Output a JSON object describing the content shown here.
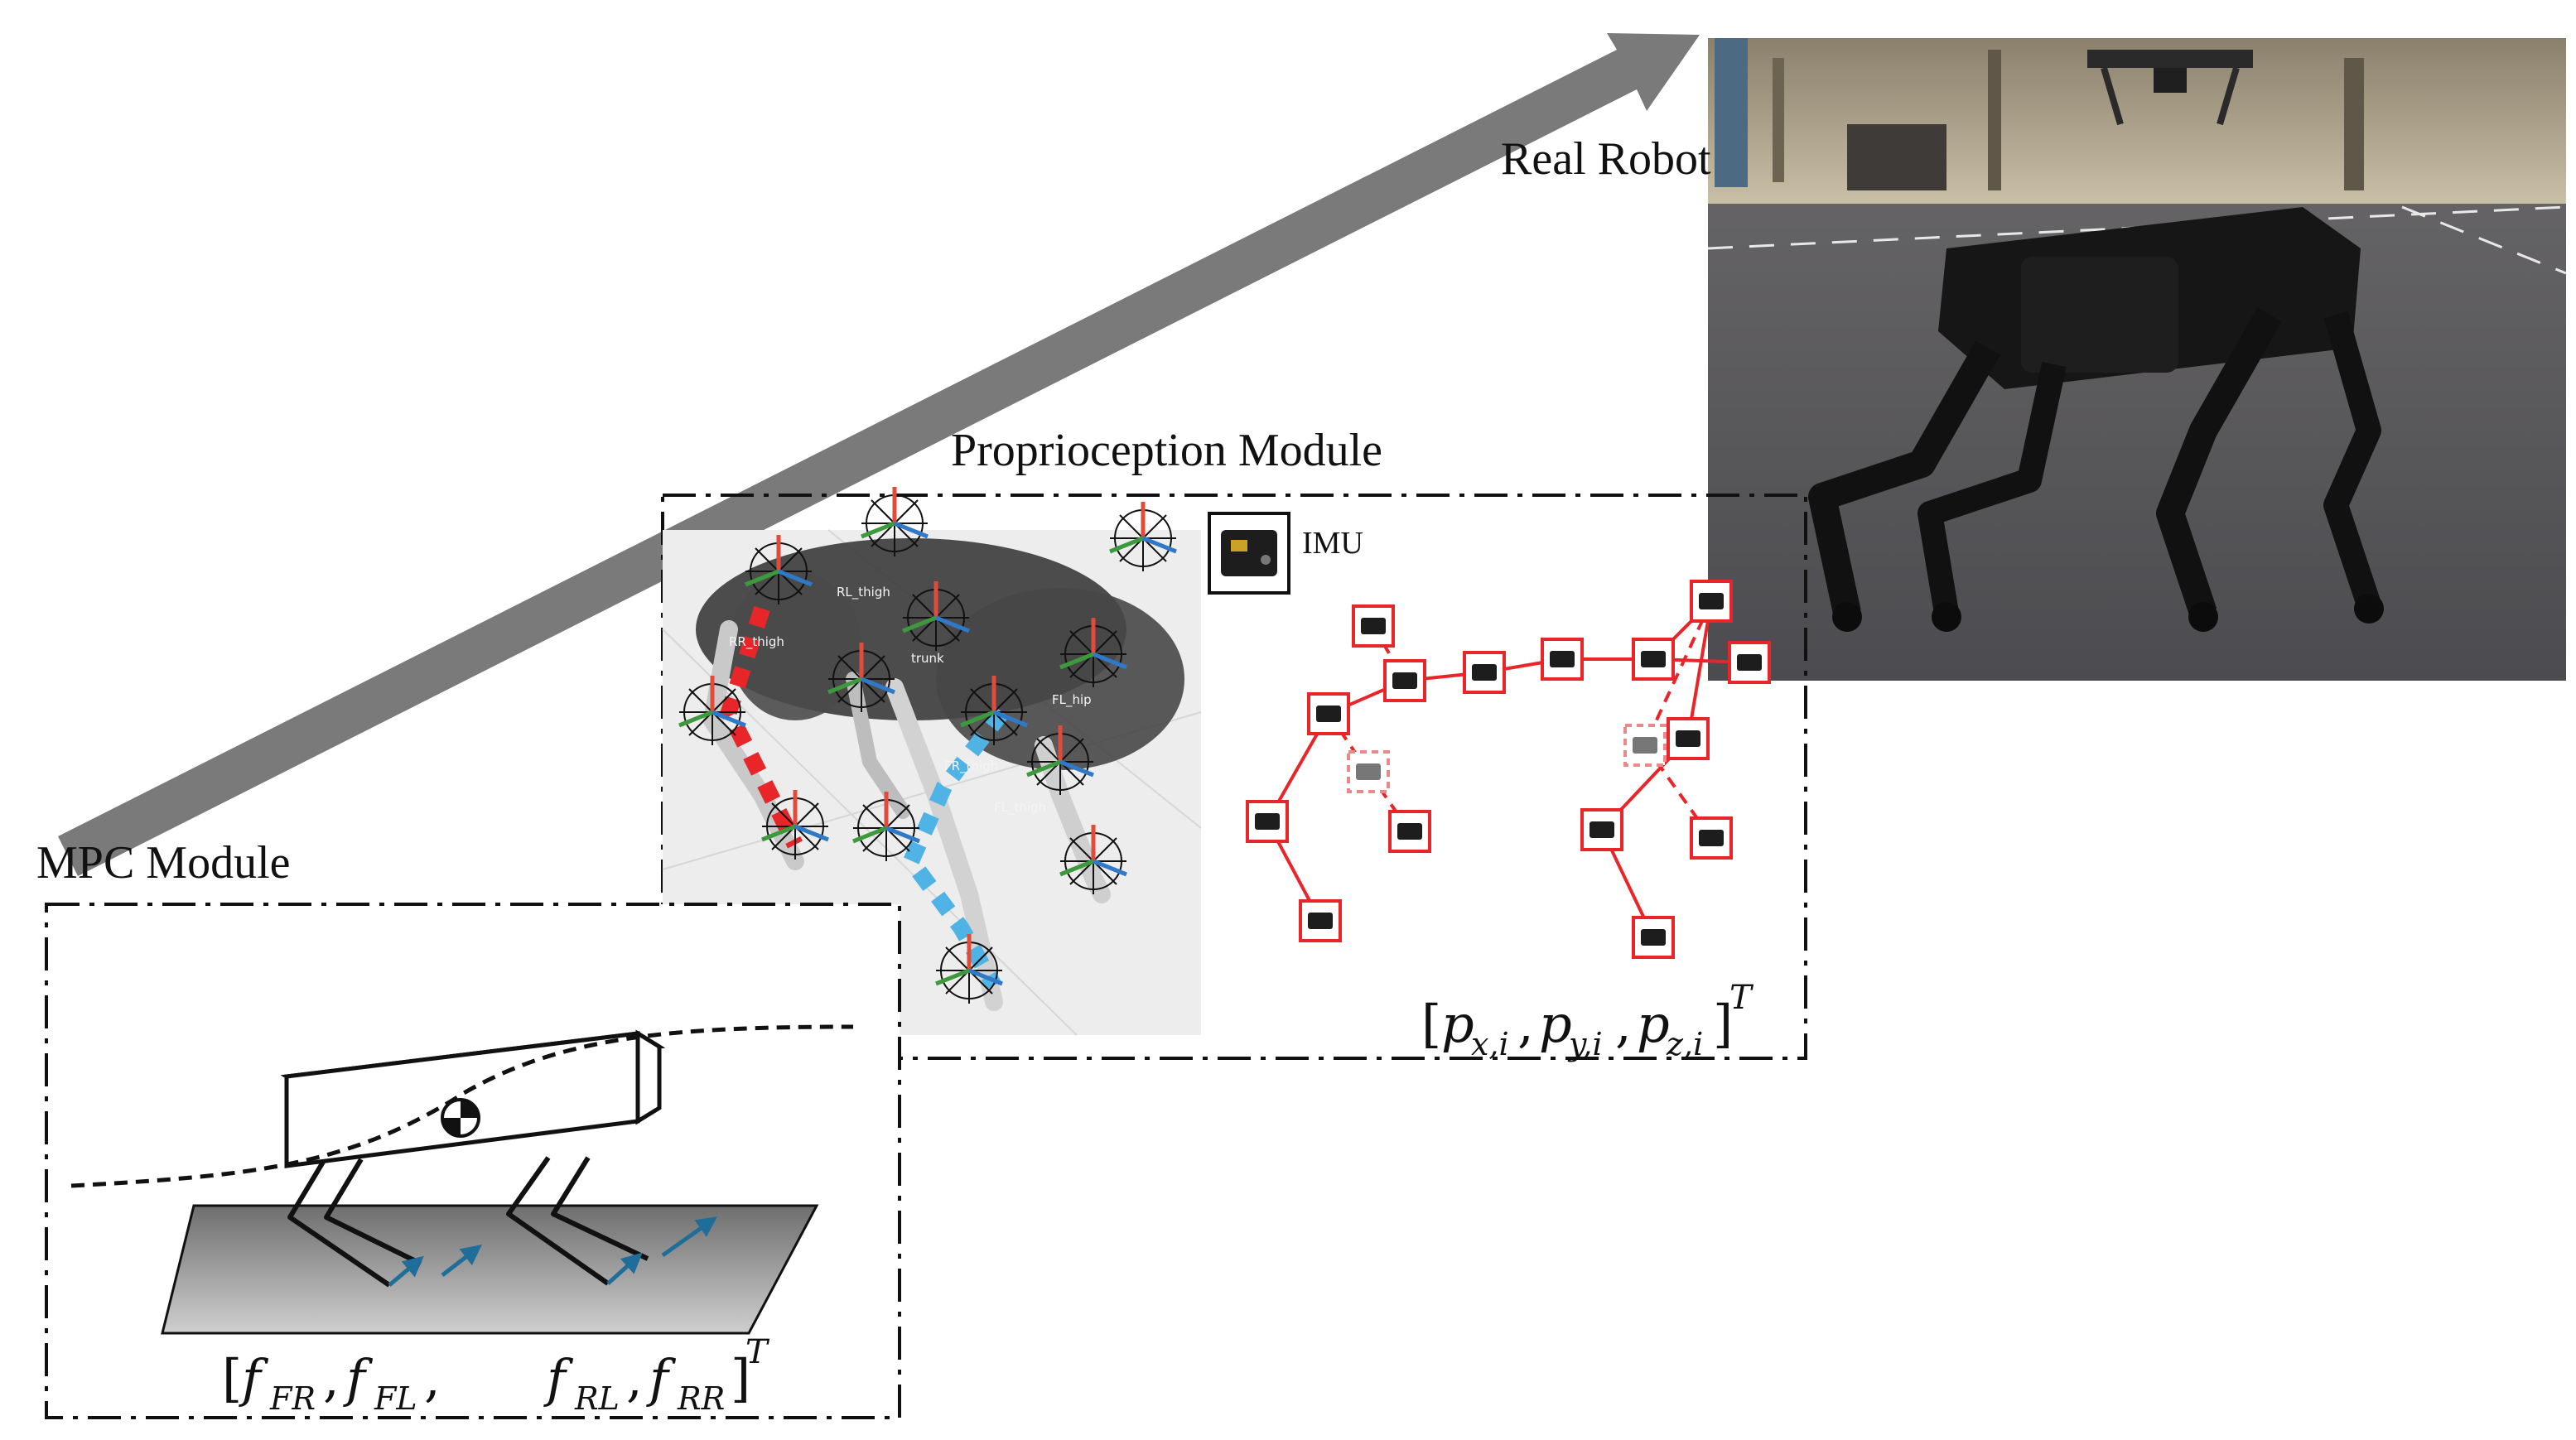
{
  "modules": {
    "mpc": {
      "title": "MPC Module",
      "force_vector": "[f_FR , f_FL ,      f_RL , f_RR]^T"
    },
    "proprioception": {
      "title": "Proprioception Module",
      "imu_label": "IMU",
      "position_vector": "[p_x,i , p_y,i , p_z,i]^T"
    },
    "real_robot": {
      "title": "Real Robot"
    }
  },
  "sim_labels": {
    "rr_thigh": "RR_thigh",
    "rl_thigh": "RL_thigh",
    "trunk": "trunk",
    "fl_hip": "FL_hip",
    "fr_thigh": "FR_thigh",
    "fl_thigh": "FL_thigh"
  },
  "math": {
    "bracket_open": "[",
    "bracket_close": "]",
    "comma": ",",
    "transpose": "T",
    "f": "f",
    "p": "p",
    "sub_fr": "FR",
    "sub_fl": "FL",
    "sub_rl": "RL",
    "sub_rr": "RR",
    "sub_xi": "x,i",
    "sub_yi": "y,i",
    "sub_zi": "z,i"
  },
  "colors": {
    "arrow_gray": "#7a7a7a",
    "sensor_red": "#e8262a",
    "force_arrow_blue": "#1f6e9a",
    "leg_blue": "#4fb3e6",
    "ground_gray": "#9a9a9a",
    "photo_floor": "#5a5a5e"
  }
}
